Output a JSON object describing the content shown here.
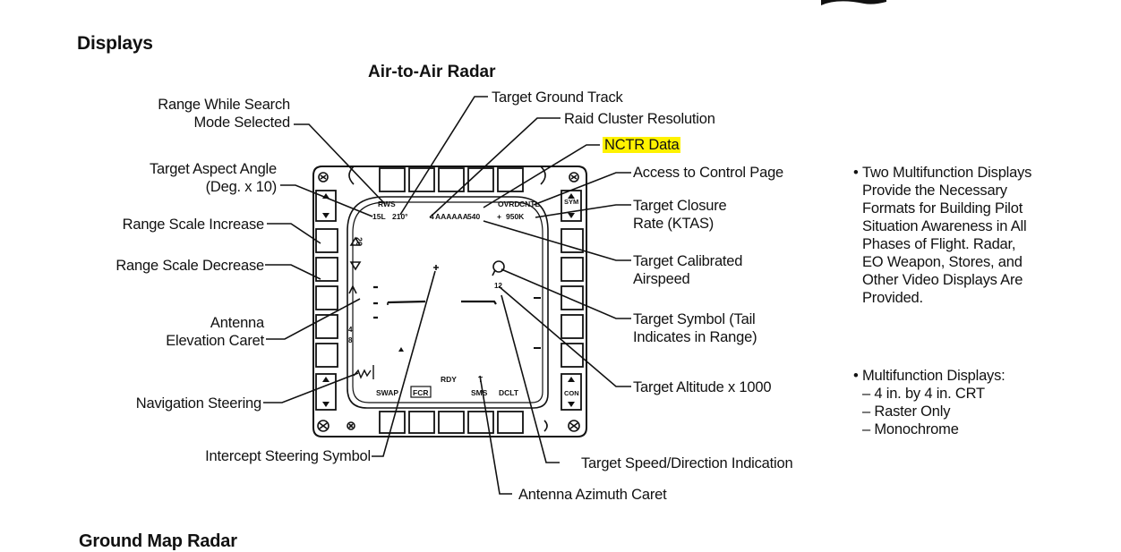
{
  "page": {
    "section_title": "Displays",
    "next_section_title": "Ground Map Radar"
  },
  "figure": {
    "title": "Air-to-Air Radar",
    "left_labels": {
      "rws_line1": "Range While Search",
      "rws_line2": "Mode Selected",
      "aspect_line1": "Target Aspect Angle",
      "aspect_line2": "(Deg. x 10)",
      "range_increase": "Range Scale Increase",
      "range_decrease": "Range Scale Decrease",
      "elev_line1": "Antenna",
      "elev_line2": "Elevation Caret",
      "nav_steering": "Navigation Steering",
      "intercept": "Intercept Steering Symbol"
    },
    "top_labels": {
      "ground_track": "Target Ground Track",
      "raid_cluster": "Raid Cluster Resolution",
      "nctr": "NCTR Data"
    },
    "right_labels": {
      "control_page": "Access to Control Page",
      "closure_line1": "Target Closure",
      "closure_line2": "Rate (KTAS)",
      "cas_line1": "Target Calibrated",
      "cas_line2": "Airspeed",
      "symbol_line1": "Target Symbol (Tail",
      "symbol_line2": "Indicates in Range)",
      "altitude": "Target Altitude x 1000"
    },
    "bottom_labels": {
      "speed_direction": "Target Speed/Direction Indication",
      "azimuth": "Antenna Azimuth Caret"
    },
    "highlight_color": "#fff200"
  },
  "mfd_screen": {
    "rws": "RWS",
    "aspect": "15L",
    "ground_track": "210°",
    "raid": "4",
    "nctr": "AAAAAA",
    "cas": "540",
    "ovrd": "OVRD",
    "cntl": "CNTL",
    "closure": "950K",
    "range_scale": "20",
    "scale_4": "4",
    "scale_8": "8",
    "altitude": "12",
    "rdy": "RDY",
    "swap": "SWAP",
    "fcr": "FCR",
    "t": "T",
    "sms": "SMS",
    "dclt": "DCLT",
    "sym": "SYM",
    "con": "CON"
  },
  "bullets": [
    {
      "lines": [
        "Two Multifunction Displays",
        "Provide the Necessary",
        "Formats for Building Pilot",
        "Situation Awareness in All",
        "Phases of Flight.  Radar,",
        "EO Weapon, Stores, and",
        "Other Video Displays Are",
        "Provided."
      ]
    },
    {
      "lines": [
        "Multifunction Displays:"
      ],
      "sub": [
        "4 in. by 4 in. CRT",
        "Raster Only",
        "Monochrome"
      ]
    }
  ]
}
